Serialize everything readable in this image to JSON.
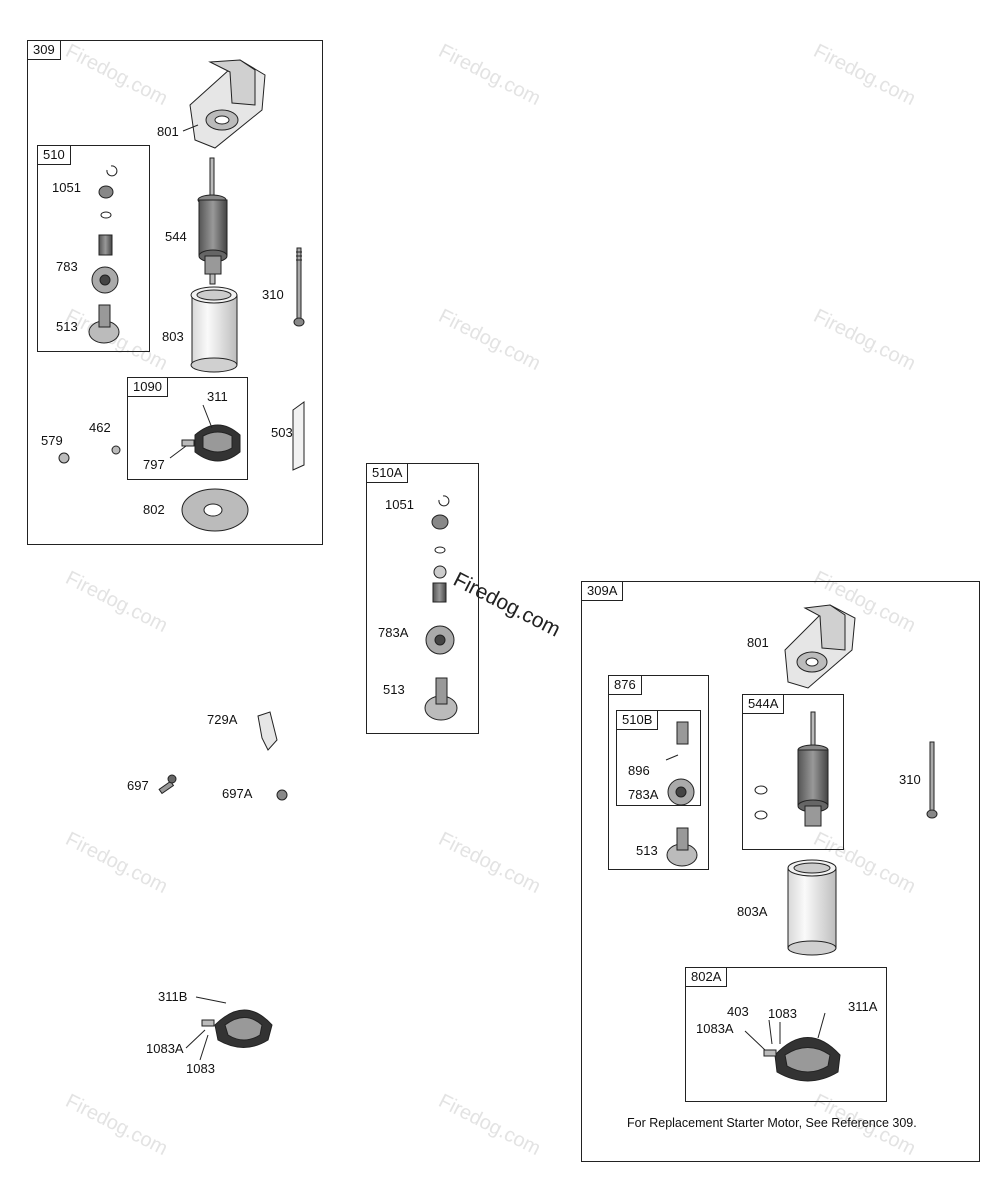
{
  "watermark": "Firedog.com",
  "note": "For Replacement Starter Motor, See Reference 309.",
  "groups": {
    "g309": "309",
    "g510": "510",
    "g1090": "1090",
    "g510A": "510A",
    "g309A": "309A",
    "g876": "876",
    "g510B": "510B",
    "g544A": "544A",
    "g802A": "802A"
  },
  "labels": {
    "l801a": "801",
    "l1051a": "1051",
    "l544": "544",
    "l783": "783",
    "l310a": "310",
    "l513a": "513",
    "l803": "803",
    "l311": "311",
    "l579": "579",
    "l462": "462",
    "l797": "797",
    "l503": "503",
    "l802": "802",
    "l1051b": "1051",
    "l783A": "783A",
    "l513b": "513",
    "l729A": "729A",
    "l697": "697",
    "l697A": "697A",
    "l311B": "311B",
    "l1083Aa": "1083A",
    "l1083a": "1083",
    "l801b": "801",
    "l310b": "310",
    "l896": "896",
    "l783Ab": "783A",
    "l513c": "513",
    "l803A": "803A",
    "l403": "403",
    "l1083b": "1083",
    "l1083Ab": "1083A",
    "l311A": "311A"
  }
}
